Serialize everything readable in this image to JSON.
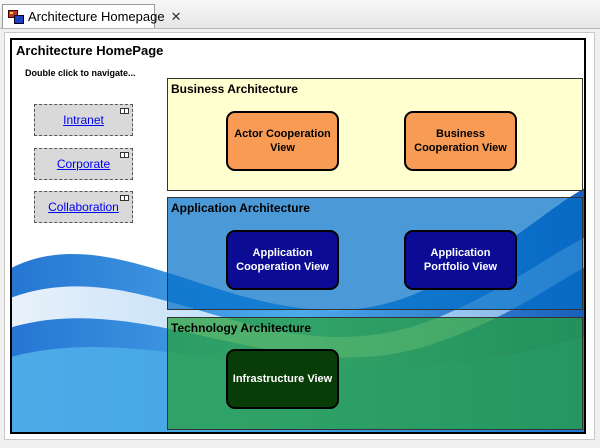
{
  "tab": {
    "title": "Architecture Homepage",
    "close_glyph": "✕",
    "icon": "diagram-icon"
  },
  "diagram": {
    "title": "Architecture HomePage",
    "hint": "Double click to navigate..."
  },
  "links": [
    {
      "label": "Intranet",
      "icon": "link-icon"
    },
    {
      "label": "Corporate",
      "icon": "link-icon"
    },
    {
      "label": "Collaboration",
      "icon": "link-icon"
    }
  ],
  "layers": {
    "business": {
      "title": "Business Architecture",
      "nodes": [
        "Actor Cooperation View",
        "Business Cooperation View"
      ]
    },
    "application": {
      "title": "Application Architecture",
      "nodes": [
        "Application Cooperation View",
        "Application Portfolio View"
      ]
    },
    "technology": {
      "title": "Technology Architecture",
      "nodes": [
        "Infrastructure View"
      ]
    }
  },
  "colors": {
    "business_layer": "#ffffc8",
    "application_layer": "#006ec8",
    "technology_layer": "#28a03c",
    "business_node": "#f79b55",
    "application_node": "#0b0b94",
    "technology_node": "#083d08",
    "link": "#0000ee"
  }
}
